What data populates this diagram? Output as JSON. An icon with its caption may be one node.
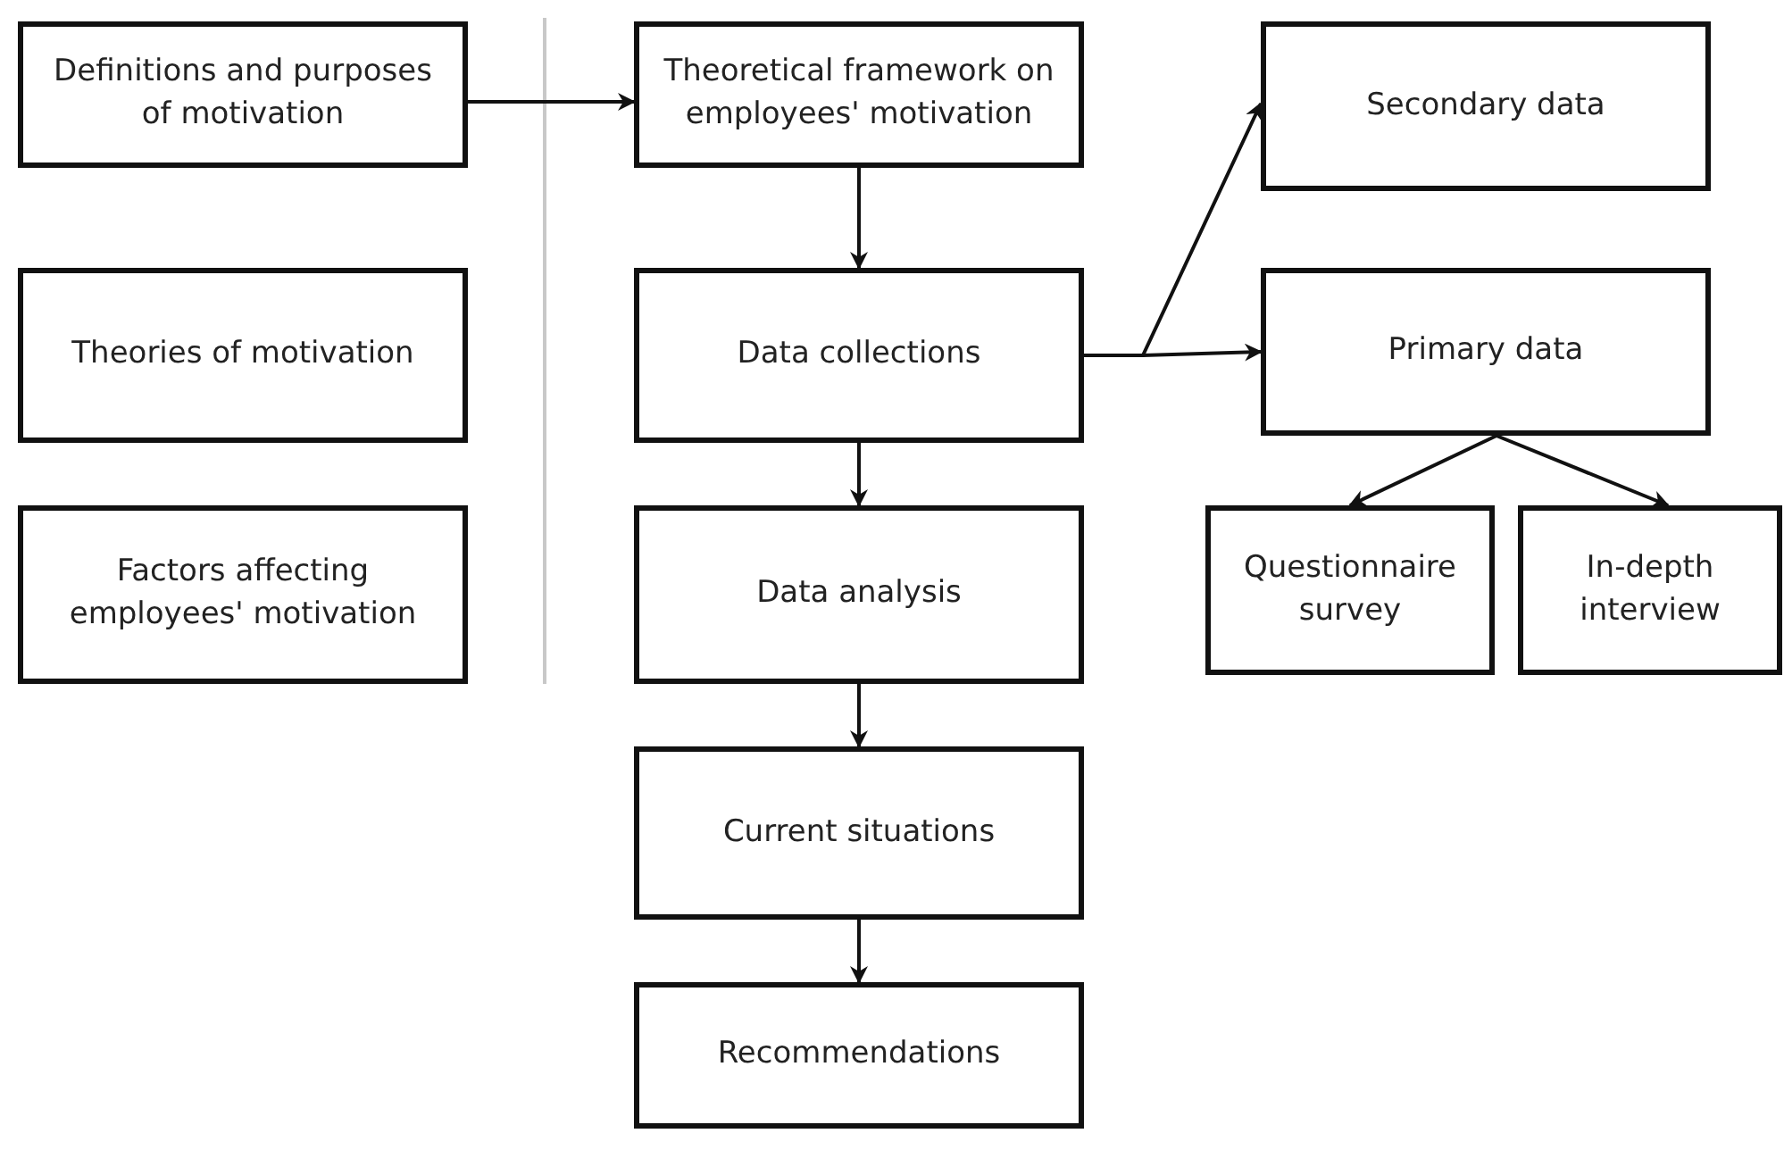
{
  "diagram": {
    "nodes": [
      {
        "text": [
          "Definitions and purposes of motivation"
        ]
      },
      {
        "text": [
          "Theories of motivation"
        ]
      },
      {
        "text": [
          "Factors affecting employees' motivation"
        ]
      },
      {
        "text": [
          "Theoretical framework on employees' motivation"
        ]
      },
      {
        "text": [
          "Data collections"
        ]
      },
      {
        "text": [
          "Data analysis"
        ]
      },
      {
        "text": [
          "Current situations"
        ]
      },
      {
        "text": [
          "Recommendations"
        ]
      },
      {
        "text": [
          "Secondary data"
        ]
      },
      {
        "text": [
          "Primary data"
        ]
      },
      {
        "text": [
          "Questionnaire survey"
        ]
      },
      {
        "text": [
          "In-depth interview"
        ]
      }
    ],
    "edges": [
      {
        "from": 0,
        "to": 3,
        "arrow": "to"
      },
      {
        "from": 3,
        "to": 4,
        "arrow": "to"
      },
      {
        "from": 4,
        "to": 5,
        "arrow": "to"
      },
      {
        "from": 5,
        "to": 6,
        "arrow": "to"
      },
      {
        "from": 6,
        "to": 7,
        "arrow": "to"
      },
      {
        "from": 4,
        "to": 8,
        "arrow": "to"
      },
      {
        "from": 4,
        "to": 9,
        "arrow": "to"
      },
      {
        "from": 9,
        "to": 10,
        "arrow": "to"
      },
      {
        "from": 9,
        "to": 11,
        "arrow": "to"
      }
    ]
  }
}
